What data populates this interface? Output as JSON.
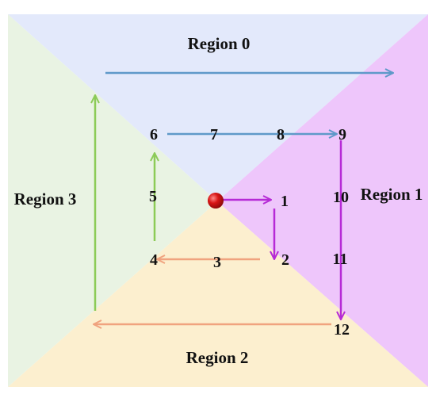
{
  "colors": {
    "region_0": "#e3e9fb",
    "region_1": "#eec6fb",
    "region_2": "#fcefcf",
    "region_3": "#e9f3e3",
    "arrow_blue": "#5f99c9",
    "arrow_green": "#8ccb57",
    "arrow_orange": "#f0a37f",
    "arrow_purple": "#b62ad6",
    "center_dot": "#d81616"
  },
  "regions": [
    {
      "id": "region-0",
      "label": "Region 0"
    },
    {
      "id": "region-1",
      "label": "Region 1"
    },
    {
      "id": "region-2",
      "label": "Region 2"
    },
    {
      "id": "region-3",
      "label": "Region 3"
    }
  ],
  "points": [
    {
      "label": "1"
    },
    {
      "label": "2"
    },
    {
      "label": "3"
    },
    {
      "label": "4"
    },
    {
      "label": "5"
    },
    {
      "label": "6"
    },
    {
      "label": "7"
    },
    {
      "label": "8"
    },
    {
      "label": "9"
    },
    {
      "label": "10"
    },
    {
      "label": "11"
    },
    {
      "label": "12"
    }
  ]
}
